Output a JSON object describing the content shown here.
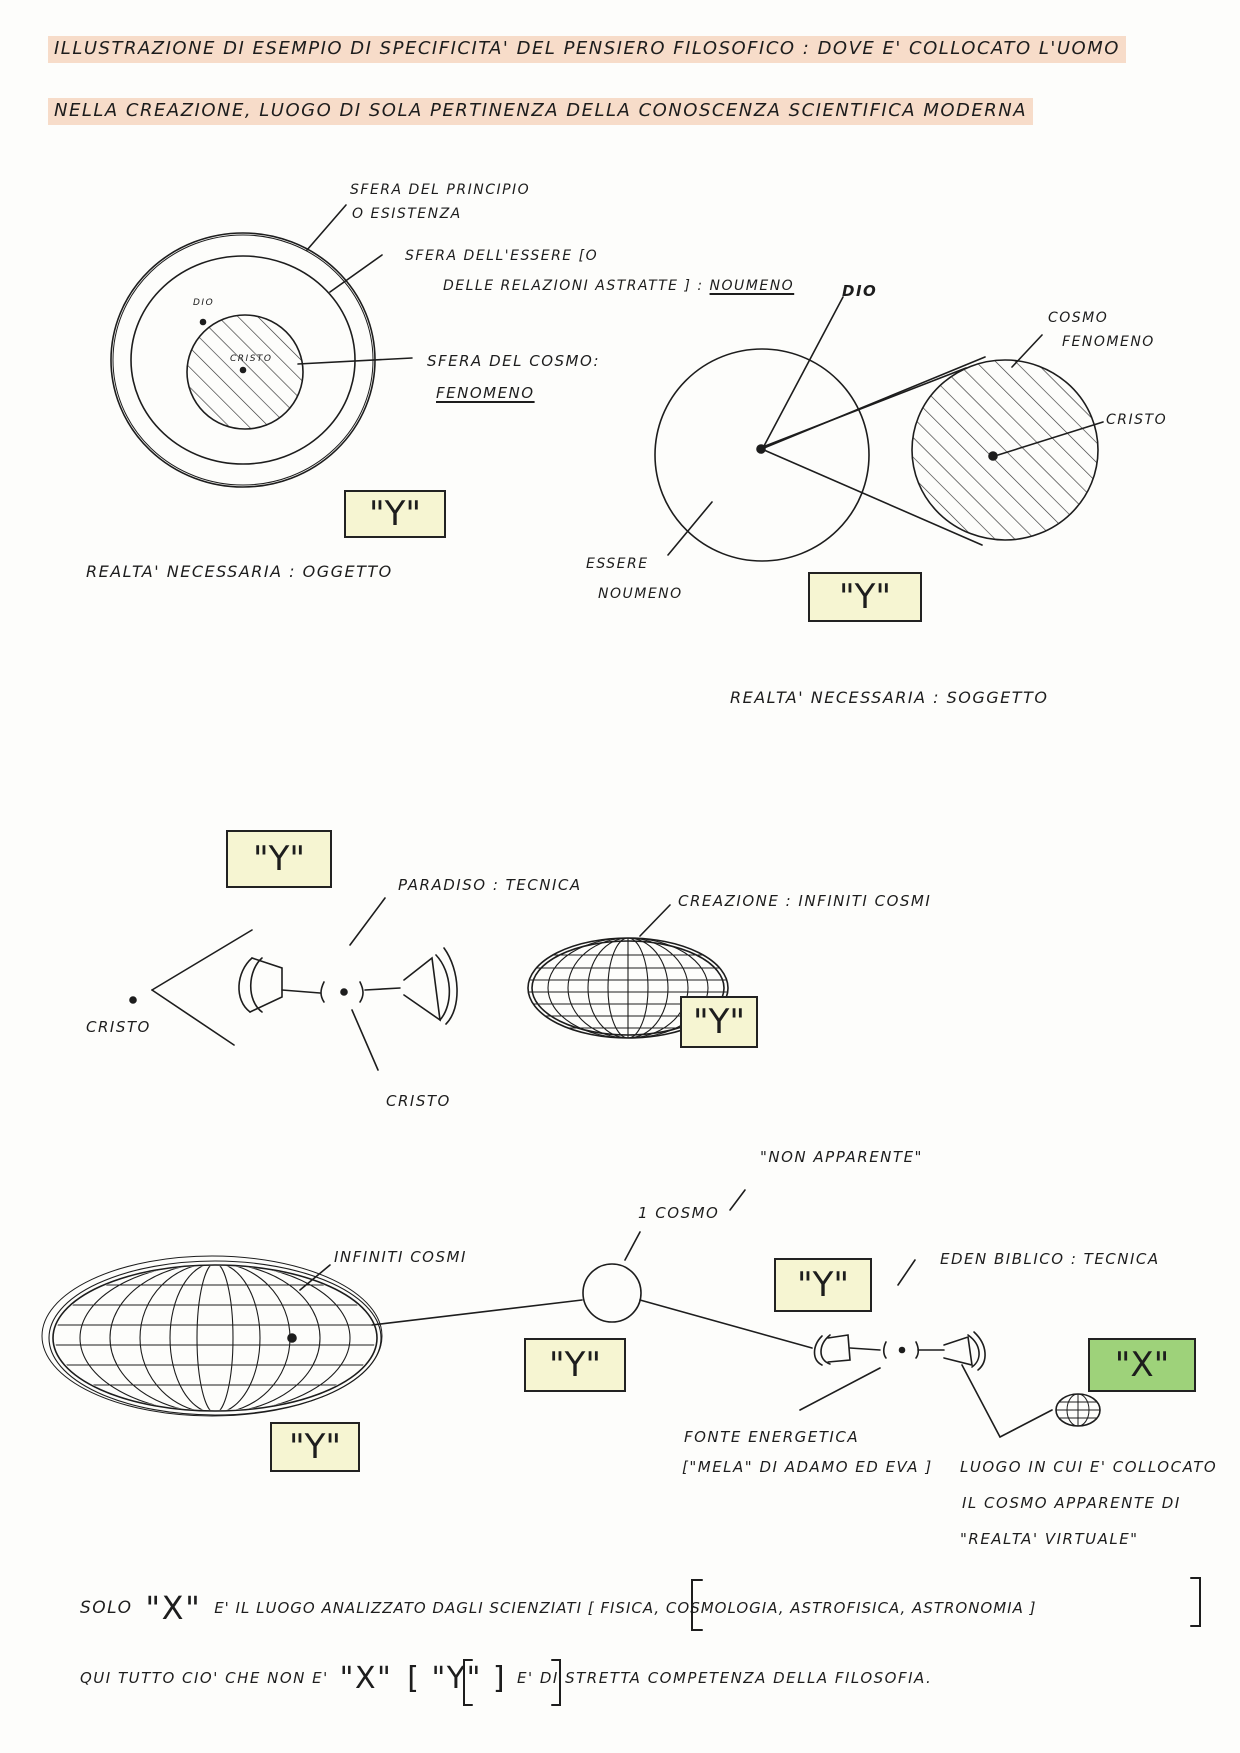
{
  "header": {
    "line1": "Illustrazione di esempio di specificita' del pensiero filosofico : dove e' collocato l'uomo",
    "line2": "Nella creazione, luogo di sola pertinenza della conoscenza scientifica moderna"
  },
  "diagram1": {
    "outer_label_1": "Sfera del principio",
    "outer_label_2": "o esistenza",
    "middle_label_1": "Sfera dell'essere [o",
    "middle_label_2": "delle relazioni astratte ] :",
    "middle_label_noumeno": "Noumeno",
    "dio": "Dio",
    "cristo": "Cristo",
    "inner_label_1": "Sfera del cosmo:",
    "inner_label_2": "Fenomeno",
    "box": "\"Y\"",
    "caption": "Realta' necessaria : oggetto"
  },
  "diagram2": {
    "dio": "Dio",
    "cosmo_1": "Cosmo",
    "cosmo_2": "Fenomeno",
    "cristo": "Cristo",
    "essere_1": "Essere",
    "essere_2": "Noumeno",
    "box": "\"Y\"",
    "caption": "Realta' necessaria : soggetto"
  },
  "diagram3": {
    "box_top": "\"Y\"",
    "paradiso": "Paradiso : tecnica",
    "creazione": "Creazione : infiniti cosmi",
    "cristo_left": "Cristo",
    "cristo_bottom": "Cristo",
    "box_right": "\"Y\""
  },
  "diagram4": {
    "non_apparente": "\"Non apparente\"",
    "un_cosmo": "1 cosmo",
    "infiniti_cosmi": "Infiniti cosmi",
    "box_center_top": "\"Y\"",
    "eden": "Eden biblico : tecnica",
    "box_mid": "\"Y\"",
    "box_left": "\"Y\"",
    "box_x": "\"X\"",
    "fonte_1": "Fonte energetica",
    "fonte_2": "[\"Mela\" di Adamo ed Eva ]",
    "luogo_1": "Luogo in cui e' collocato",
    "luogo_2": "il cosmo apparente di",
    "luogo_3": "\"Realta' virtuale\""
  },
  "footer": {
    "line1_a": "Solo",
    "line1_x": "\"X\"",
    "line1_b": "e' il luogo analizzato dagli scienziati [ Fisica, Cosmologia, Astrofisica, Astronomia ]",
    "line2_a": "Qui tutto cio' che non e'",
    "line2_x": "\"X\"",
    "line2_y": "[ \"Y\" ]",
    "line2_b": "e' di stretta competenza della Filosofia."
  }
}
